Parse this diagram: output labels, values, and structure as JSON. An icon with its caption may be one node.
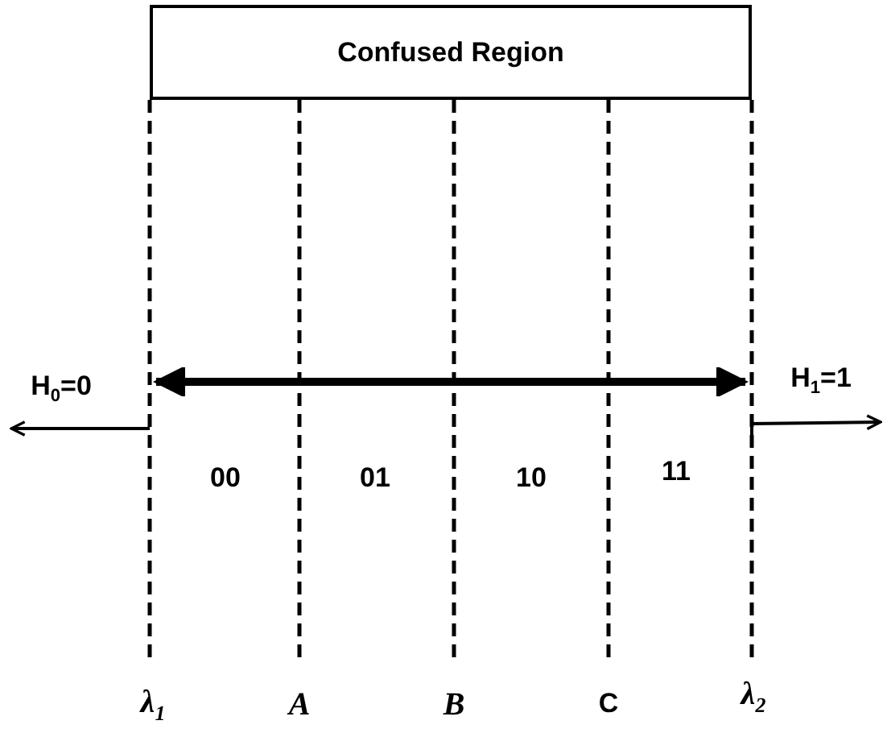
{
  "diagram": {
    "nodes": [
      {
        "text": [
          "Confused Region"
        ]
      }
    ],
    "labels": [
      "H$_{0}$=0",
      "H$_{1}$=1",
      "00",
      "01",
      "10",
      "11",
      "λ$_{1}$",
      "A",
      "B",
      "C",
      "λ$_{2}$"
    ]
  }
}
